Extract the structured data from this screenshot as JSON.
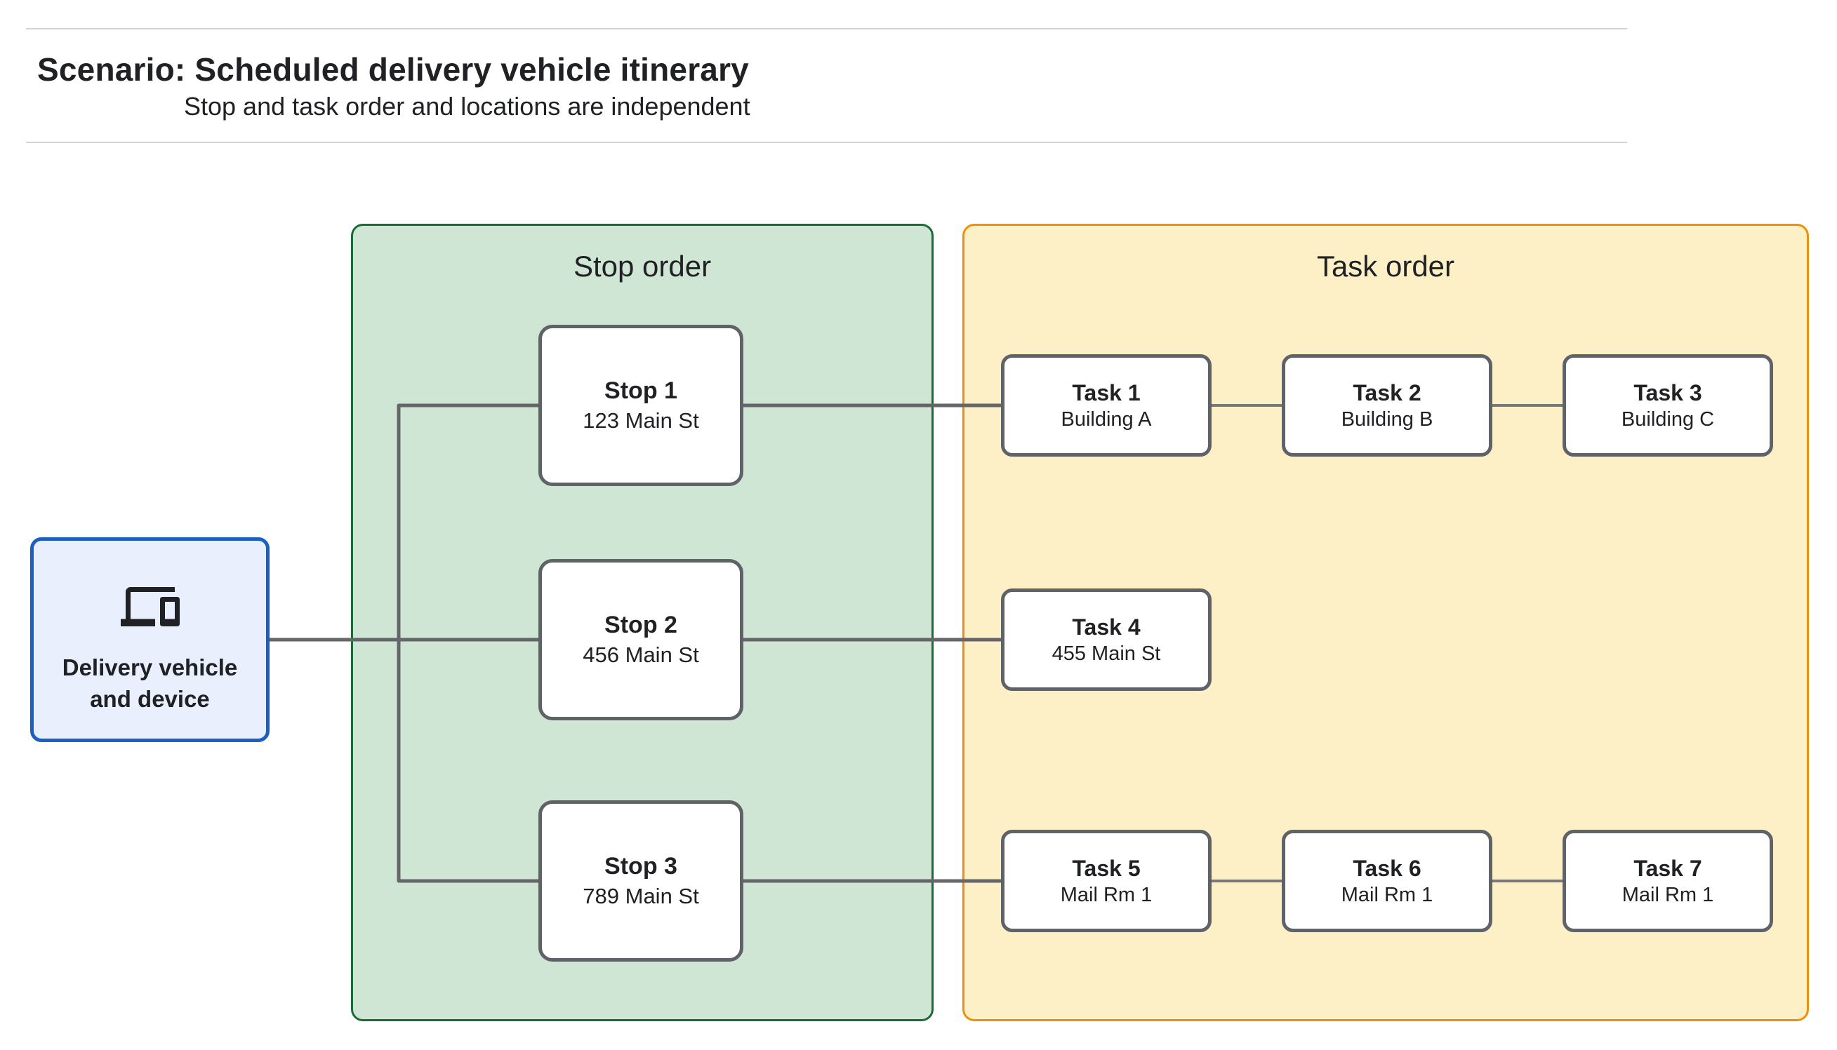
{
  "header": {
    "title": "Scenario: Scheduled delivery vehicle itinerary",
    "subtitle": "Stop and task order and locations are independent"
  },
  "source": {
    "label": "Delivery vehicle and device",
    "icon": "devices-icon"
  },
  "panels": {
    "stop_order": {
      "label": "Stop order",
      "fill": "#cfe6d5",
      "border": "#1b6b35"
    },
    "task_order": {
      "label": "Task order",
      "fill": "#fdf0c6",
      "border": "#ef8f0c"
    }
  },
  "stops": [
    {
      "title": "Stop 1",
      "subtitle": "123 Main St"
    },
    {
      "title": "Stop 2",
      "subtitle": "456 Main St"
    },
    {
      "title": "Stop 3",
      "subtitle": "789 Main St"
    }
  ],
  "tasks": [
    {
      "title": "Task 1",
      "subtitle": "Building A"
    },
    {
      "title": "Task 2",
      "subtitle": "Building B"
    },
    {
      "title": "Task 3",
      "subtitle": "Building C"
    },
    {
      "title": "Task 4",
      "subtitle": "455 Main St"
    },
    {
      "title": "Task 5",
      "subtitle": "Mail Rm 1"
    },
    {
      "title": "Task 6",
      "subtitle": "Mail Rm 1"
    },
    {
      "title": "Task 7",
      "subtitle": "Mail Rm 1"
    }
  ],
  "colors": {
    "source_border": "#1b5fc1",
    "source_fill": "#e9effc",
    "stop_panel_fill": "#cfe6d5",
    "stop_panel_border": "#1b6b35",
    "task_panel_fill": "#fdf0c6",
    "task_panel_border": "#ef8f0c",
    "node_border": "#5f6368",
    "connector": "#646669",
    "text": "#202124",
    "divider": "#d2d2d2"
  }
}
